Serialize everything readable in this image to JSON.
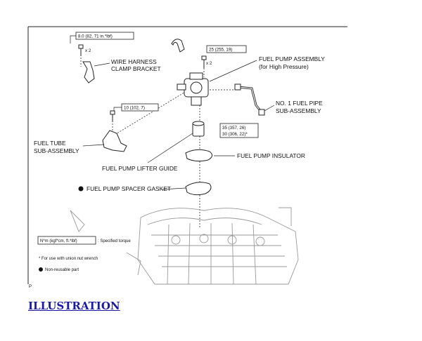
{
  "labels": {
    "torque_harness": "8.0 (82, 71 in.*lbf)",
    "qty_harness": "x 2",
    "wire_harness_1": "WIRE HARNESS",
    "wire_harness_2": "CLAMP BRACKET",
    "torque_pump": "25 (255, 19)",
    "qty_pump": "x 2",
    "pump_assembly_1": "FUEL PUMP ASSEMBLY",
    "pump_assembly_2": "(for High Pressure)",
    "fuel_pipe_1": "NO. 1 FUEL PIPE",
    "fuel_pipe_2": "SUB-ASSEMBLY",
    "torque_tube": "10 (102, 7)",
    "fuel_tube_1": "FUEL TUBE",
    "fuel_tube_2": "SUB-ASSEMBLY",
    "torque_pipe_1": "35 (357, 26)",
    "torque_pipe_2": "30 (306, 22)*",
    "insulator": "FUEL PUMP INSULATOR",
    "lifter_guide": "FUEL PUMP LIFTER GUIDE",
    "spacer_gasket": "FUEL PUMP SPACER GASKET",
    "legend_unit": "N*m (kgf*cm, ft.*lbf)",
    "legend_spec": ": Specified torque",
    "legend_union": "* For use with union nut wrench",
    "legend_nonreusable": "Non-reusable part",
    "corner_mark": "P"
  },
  "link": {
    "illustration": "ILLUSTRATION"
  }
}
